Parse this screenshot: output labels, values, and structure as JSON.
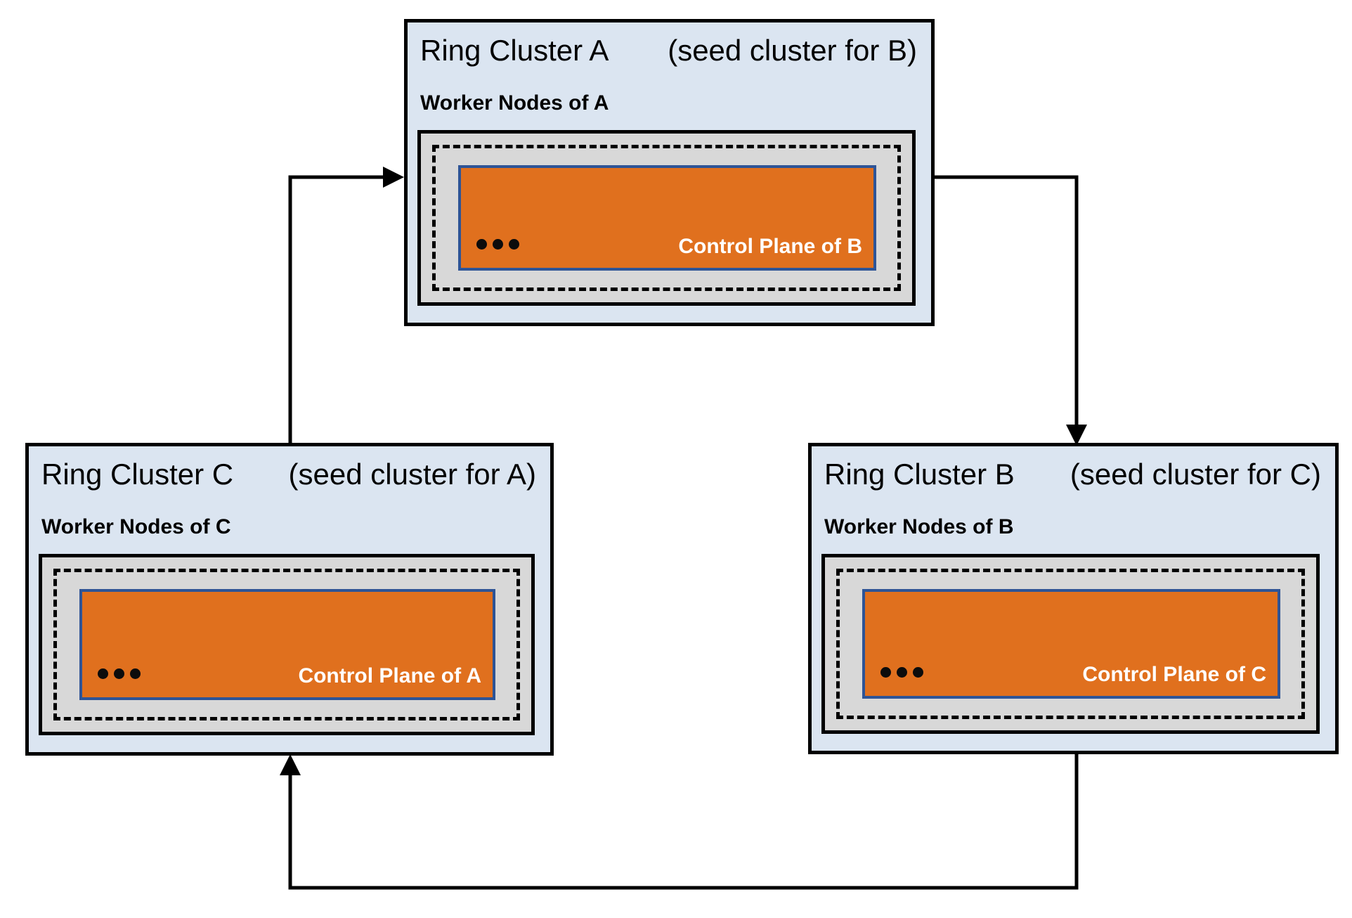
{
  "diagram": {
    "clusters": [
      {
        "name": "Ring Cluster A",
        "seed_note": "(seed cluster for B)",
        "worker_label": "Worker Nodes of A",
        "control_plane_label": "Control Plane of B"
      },
      {
        "name": "Ring Cluster C",
        "seed_note": "(seed cluster for A)",
        "worker_label": "Worker Nodes of C",
        "control_plane_label": "Control Plane of A"
      },
      {
        "name": "Ring Cluster B",
        "seed_note": "(seed cluster for C)",
        "worker_label": "Worker Nodes of B",
        "control_plane_label": "Control Plane of C"
      }
    ],
    "connections": [
      {
        "from": "Ring Cluster C",
        "to": "Ring Cluster A"
      },
      {
        "from": "Ring Cluster A",
        "to": "Ring Cluster B"
      },
      {
        "from": "Ring Cluster B",
        "to": "Ring Cluster C"
      }
    ],
    "colors": {
      "cluster_bg": "#DBE5F1",
      "worker_pool_bg": "#D8D8D8",
      "control_plane_bg": "#E0701E",
      "control_plane_border": "#2E5496",
      "control_plane_text": "#FFFFFF",
      "line": "#000000"
    }
  }
}
